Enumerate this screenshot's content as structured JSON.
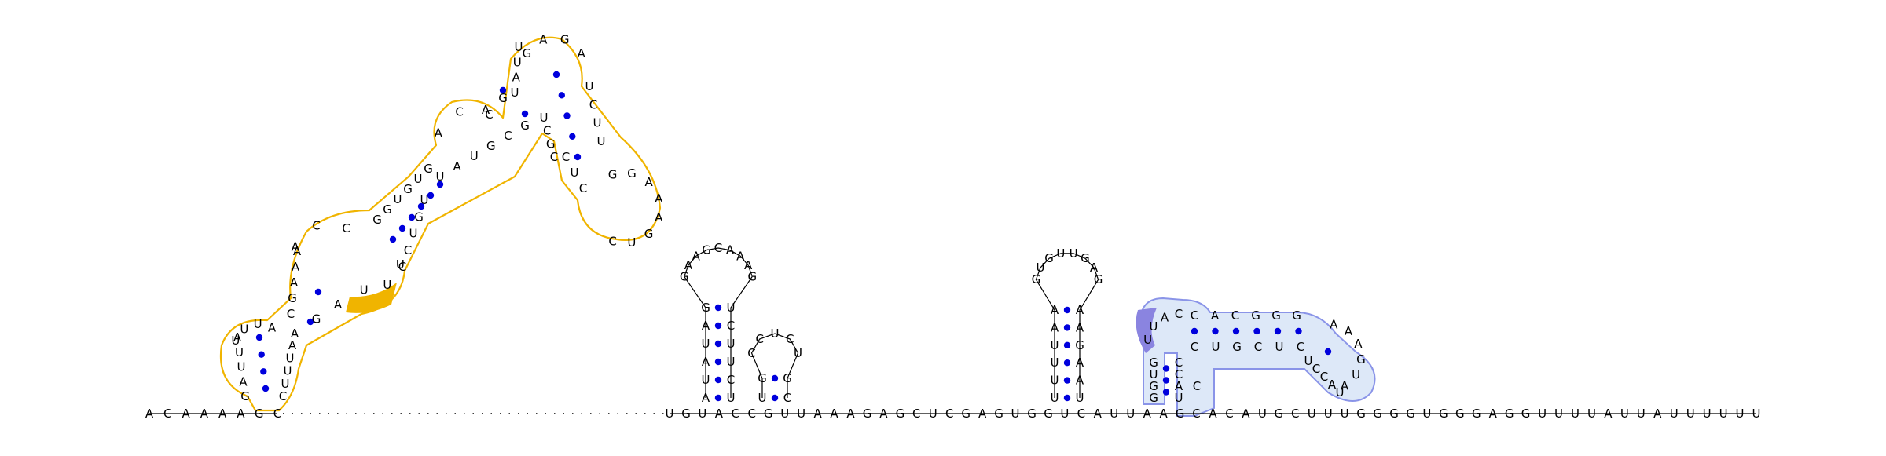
{
  "sequence": {
    "left": "ACAAAAGC",
    "right": "UGUACCGUUAAAGAGCUCGAGUGGUCAUUAAGCACAUGCUUUGGGGUGGGAGGUUUUAUUAUUUUUU"
  },
  "structure_1": {
    "strand_5": "GAUUAUUUACGAAAACCGGUGUGACCAGUAUUGAGA",
    "strand_3": "UCUUGGAAAGUCCUCCGCUGCGUAUUGUCCUUUAGAAUUUCG",
    "highlight": "CUC"
  },
  "stem_2": {
    "strand_5": "AUAUAG",
    "loop": "GAAGCAAAG",
    "strand_3": "UCUUCU"
  },
  "stem_3": {
    "strand_5": "UG",
    "loop": "CCUCU",
    "strand_3": "GC"
  },
  "stem_4": {
    "strand_5": "UUUUAA",
    "loop": "GUGUUGAG",
    "strand_3": "AAGAAU"
  },
  "structure_5": {
    "strand_5": "GGUGUUACCACGGGAAAGUAC",
    "strand_3": "UACCUCUCGUCCCAU",
    "highlight": "GUG"
  },
  "colors": {
    "pair_dot": "#0000dd",
    "yellow_outline": "#f0b400",
    "yellow_highlight": "#f0b400",
    "blue_fill": "#dde8f8",
    "blue_outline": "#8a94e8",
    "blue_highlight": "#8a84e0"
  }
}
